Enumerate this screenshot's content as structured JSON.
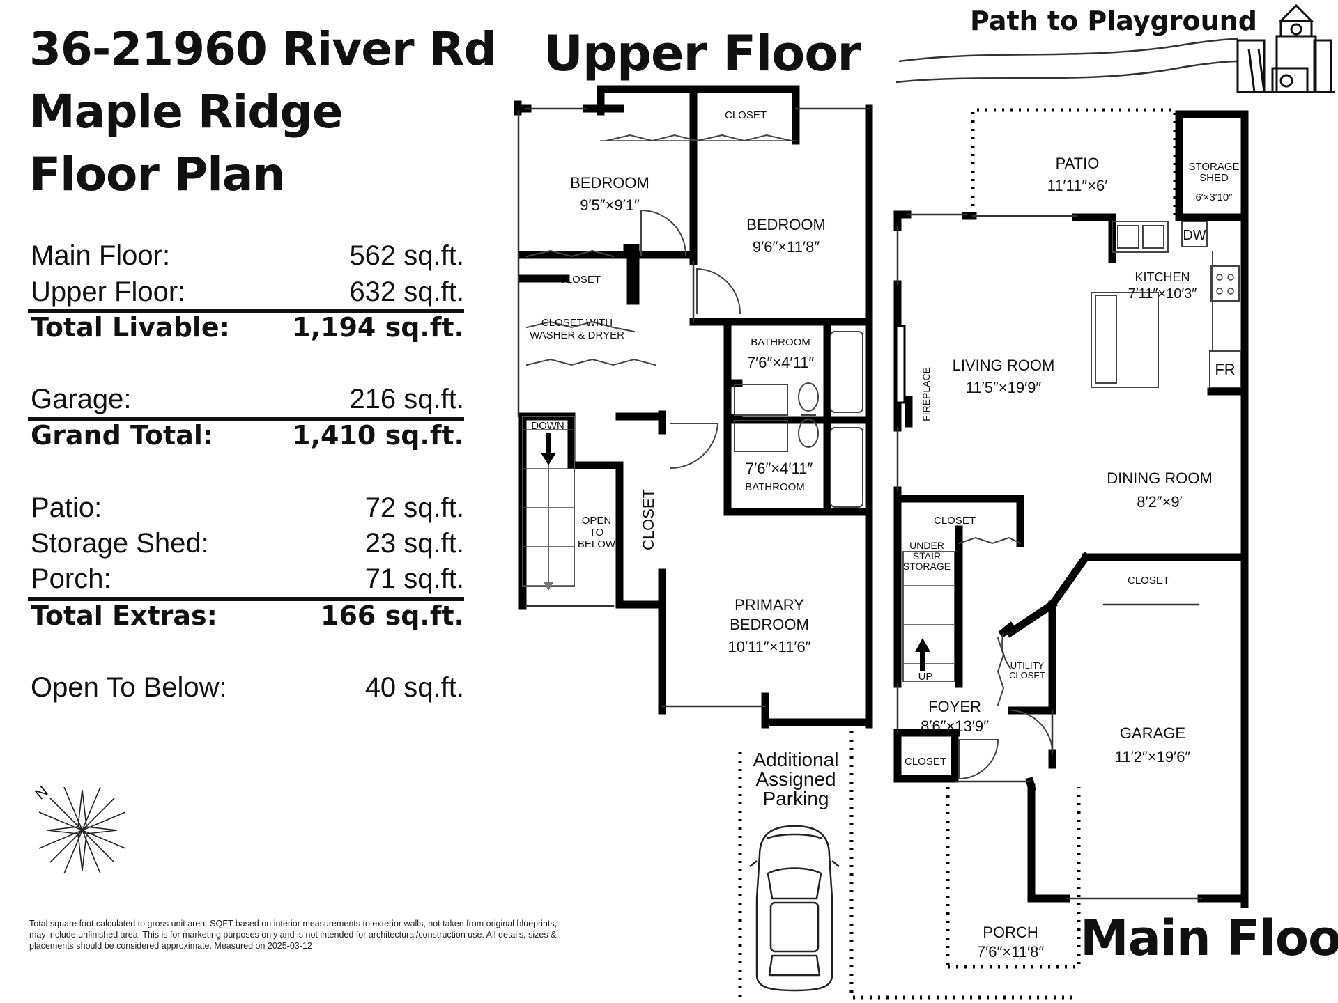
{
  "title": {
    "line1": "36-21960 River Rd",
    "line2": "Maple Ridge",
    "line3": "Floor Plan"
  },
  "stats": {
    "main_floor": {
      "label": "Main Floor:",
      "value": "562 sq.ft."
    },
    "upper_floor": {
      "label": "Upper Floor:",
      "value": "632 sq.ft."
    },
    "total_livable": {
      "label": "Total Livable:",
      "value": "1,194 sq.ft."
    },
    "garage": {
      "label": "Garage:",
      "value": "216 sq.ft."
    },
    "grand_total": {
      "label": "Grand Total:",
      "value": "1,410 sq.ft."
    },
    "patio": {
      "label": "Patio:",
      "value": "72 sq.ft."
    },
    "storage_shed": {
      "label": "Storage Shed:",
      "value": "23 sq.ft."
    },
    "porch": {
      "label": "Porch:",
      "value": "71 sq.ft."
    },
    "total_extras": {
      "label": "Total Extras:",
      "value": "166 sq.ft."
    },
    "open_to_below": {
      "label": "Open To Below:",
      "value": "40 sq.ft."
    }
  },
  "compass_letter": "N",
  "footnote": "Total square foot calculated to gross unit area. SQFT based on interior measurements to exterior walls, not taken from original blueprints, may include unfinished area. This is for marketing purposes only and is not intended for architectural/construction use. All details, sizes & placements should be considered approximate. Measured on 2025-03-12",
  "headings": {
    "upper_floor": "Upper Floor",
    "main_floor": "Main Floor",
    "path": "Path to Playground"
  },
  "upper": {
    "bedroom1": {
      "name": "BEDROOM",
      "dims": "9′5″×9′1″"
    },
    "bedroom2": {
      "name": "BEDROOM",
      "dims": "9′6″×11′8″"
    },
    "closet_top": "CLOSET",
    "closet_bed1": "CLOSET",
    "closet_washer_1": "CLOSET WITH",
    "closet_washer_2": "WASHER & DRYER",
    "bathroom1": {
      "name": "BATHROOM",
      "dims": "7′6″×4′11″"
    },
    "bathroom2": {
      "name": "BATHROOM",
      "dims": "7′6″×4′11″"
    },
    "down": "DOWN",
    "open_below_1": "OPEN",
    "open_below_2": "TO",
    "open_below_3": "BELOW",
    "closet_vertical": "CLOSET",
    "primary_1": "PRIMARY",
    "primary_2": "BEDROOM",
    "primary_dims": "10′11″×11′6″"
  },
  "main": {
    "patio": {
      "name": "PATIO",
      "dims": "11′11″×6′"
    },
    "shed_1": "STORAGE",
    "shed_2": "SHED",
    "shed_dims": "6′×3′10″",
    "dw": "DW",
    "kitchen": {
      "name": "KITCHEN",
      "dims": "7′11″×10′3″"
    },
    "fr": "FR",
    "fireplace": "FIREPLACE",
    "living": {
      "name": "LIVING ROOM",
      "dims": "11′5″×19′9″"
    },
    "dining": {
      "name": "DINING ROOM",
      "dims": "8′2″×9′"
    },
    "closet_stair": "CLOSET",
    "under_1": "UNDER",
    "under_2": "STAIR",
    "under_3": "STORAGE",
    "up": "UP",
    "closet_garage": "CLOSET",
    "utility_1": "UTILITY",
    "utility_2": "CLOSET",
    "foyer": {
      "name": "FOYER",
      "dims": "8′6″×13′9″"
    },
    "closet_foyer": "CLOSET",
    "garage": {
      "name": "GARAGE",
      "dims": "11′2″×19′6″"
    },
    "porch": {
      "name": "PORCH",
      "dims": "7′6″×11′8″"
    }
  },
  "parking": {
    "line1": "Additional",
    "line2": "Assigned",
    "line3": "Parking"
  }
}
